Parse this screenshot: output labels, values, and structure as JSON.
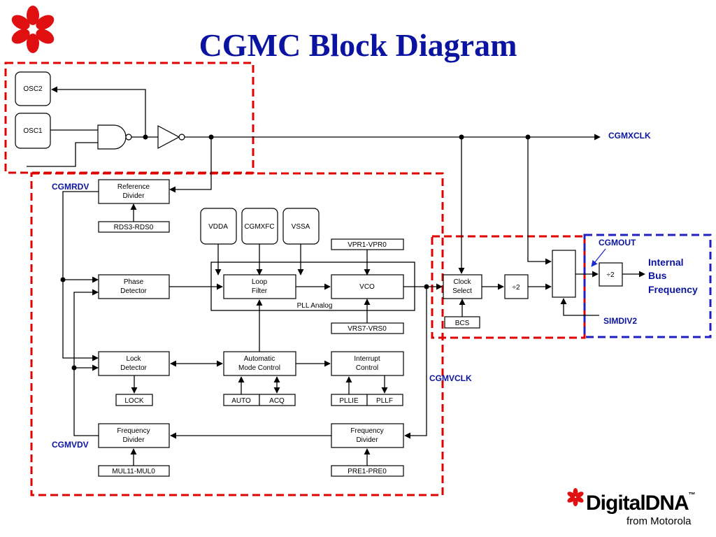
{
  "title": "CGMC Block Diagram",
  "blocks": {
    "osc2": "OSC2",
    "osc1": "OSC1",
    "ref_divider": [
      "Reference",
      "Divider"
    ],
    "rds": "RDS3-RDS0",
    "vdda": "VDDA",
    "cgmxfc": "CGMXFC",
    "vssa": "VSSA",
    "vpr": "VPR1-VPR0",
    "phase_detector": [
      "Phase",
      "Detector"
    ],
    "loop_filter": [
      "Loop",
      "Filter"
    ],
    "vco": "VCO",
    "pll_analog": "PLL Analog",
    "vrs": "VRS7-VRS0",
    "clock_select": [
      "Clock",
      "Select"
    ],
    "bcs": "BCS",
    "div2_a": "÷2",
    "div2_b": "÷2",
    "lock_detector": [
      "Lock",
      "Detector"
    ],
    "auto_mode": [
      "Automatic",
      "Mode Control"
    ],
    "interrupt_ctrl": [
      "Interrupt",
      "Control"
    ],
    "lock": "LOCK",
    "auto": "AUTO",
    "acq": "ACQ",
    "pllie": "PLLIE",
    "pllf": "PLLF",
    "freq_div_left": [
      "Frequency",
      "Divider"
    ],
    "freq_div_right": [
      "Frequency",
      "Divider"
    ],
    "mul": "MUL11-MUL0",
    "pre": "PRE1-PRE0"
  },
  "signals": {
    "cgmxclk": "CGMXCLK",
    "cgmrdv": "CGMRDV",
    "cgmout": "CGMOUT",
    "internal_bus": [
      "Internal",
      "Bus",
      "Frequency"
    ],
    "simdiv2": "SIMDIV2",
    "cgmvclk": "CGMVCLK",
    "cgmvdv": "CGMVDV"
  },
  "logo": {
    "brand": "DigitalDNA",
    "tm": "™",
    "sub": "from Motorola"
  },
  "colors": {
    "title": "#0a14a0",
    "red_box": "#e00000",
    "blue_box": "#2020c0",
    "logo_red": "#e01010"
  }
}
